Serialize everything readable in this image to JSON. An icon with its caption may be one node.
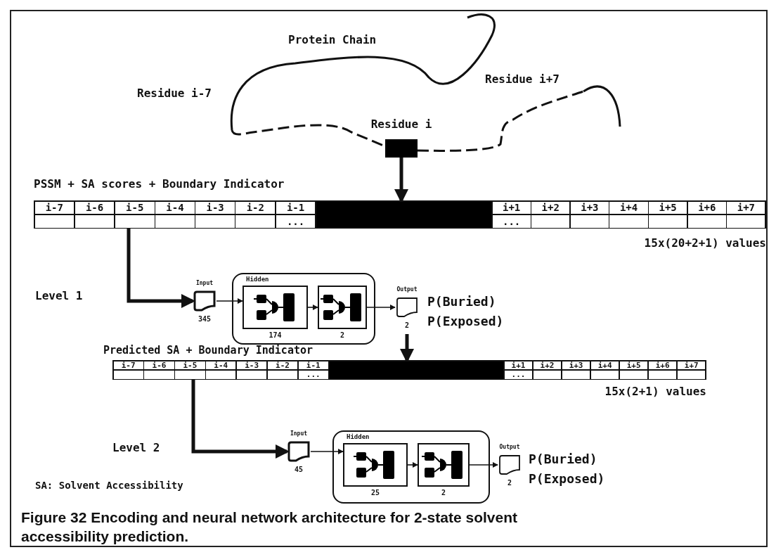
{
  "diagram": {
    "caption": "Figure 32 Encoding and neural network architecture for 2-state solvent accessibility prediction.",
    "nodes": [
      {
        "text": [
          "Residue i"
        ]
      },
      {
        "text": [
          "PSSM + SA scores + Boundary Indicator"
        ],
        "beside": [
          "15x(20+2+1) values"
        ]
      },
      {
        "text": [
          "Input",
          "345"
        ]
      },
      {
        "text": [
          "Hidden"
        ]
      },
      {
        "text": [
          "174"
        ],
        "in": 3
      },
      {
        "text": [
          "2"
        ],
        "in": 3
      },
      {
        "text": [
          "Output",
          "2"
        ],
        "beside": [
          "P(Buried)",
          "P(Exposed)"
        ]
      },
      {
        "text": [
          "Predicted SA + Boundary Indicator"
        ],
        "beside": [
          "15x(2+1) values"
        ]
      },
      {
        "text": [
          "Input",
          "45"
        ]
      },
      {
        "text": [
          "Hidden"
        ]
      },
      {
        "text": [
          "25"
        ],
        "in": 9
      },
      {
        "text": [
          "2"
        ],
        "in": 9
      },
      {
        "text": [
          "Output",
          "2"
        ],
        "beside": [
          "P(Buried)",
          "P(Exposed)"
        ]
      },
      {
        "text": [],
        "shape": "bar",
        "in": 1
      },
      {
        "text": [],
        "shape": "bar",
        "in": 7
      }
    ],
    "edges": [
      {
        "from": 0,
        "to": 1,
        "arrow": "to",
        "style": "thick"
      },
      {
        "from": 1,
        "to": 2,
        "arrow": "to",
        "style": "thick"
      },
      {
        "from": 2,
        "to": 4,
        "arrow": "to"
      },
      {
        "from": 4,
        "to": 5,
        "arrow": "to"
      },
      {
        "from": 5,
        "to": 6,
        "arrow": "to"
      },
      {
        "from": 6,
        "to": 7,
        "arrow": "to",
        "style": "thick"
      },
      {
        "from": 7,
        "to": 8,
        "arrow": "to",
        "style": "thick"
      },
      {
        "from": 8,
        "to": 10,
        "arrow": "to"
      },
      {
        "from": 10,
        "to": 11,
        "arrow": "to"
      },
      {
        "from": 11,
        "to": 12,
        "arrow": "to"
      }
    ],
    "labels": [
      "Protein Chain",
      "Residue i-7",
      "Residue i+7",
      "i-7",
      "i-6",
      "i-5",
      "i-4",
      "i-3",
      "i-2",
      "i-1",
      "i+1",
      "i+2",
      "i+3",
      "i+4",
      "i+5",
      "i+6",
      "i+7",
      "...",
      "...",
      "Level 1",
      "i-7",
      "i-6",
      "i-5",
      "i-4",
      "i-3",
      "i-2",
      "i-1",
      "i+1",
      "i+2",
      "i+3",
      "i+4",
      "i+5",
      "i+6",
      "i+7",
      "...",
      "...",
      "Level 2",
      "SA: Solvent Accessibility"
    ]
  }
}
